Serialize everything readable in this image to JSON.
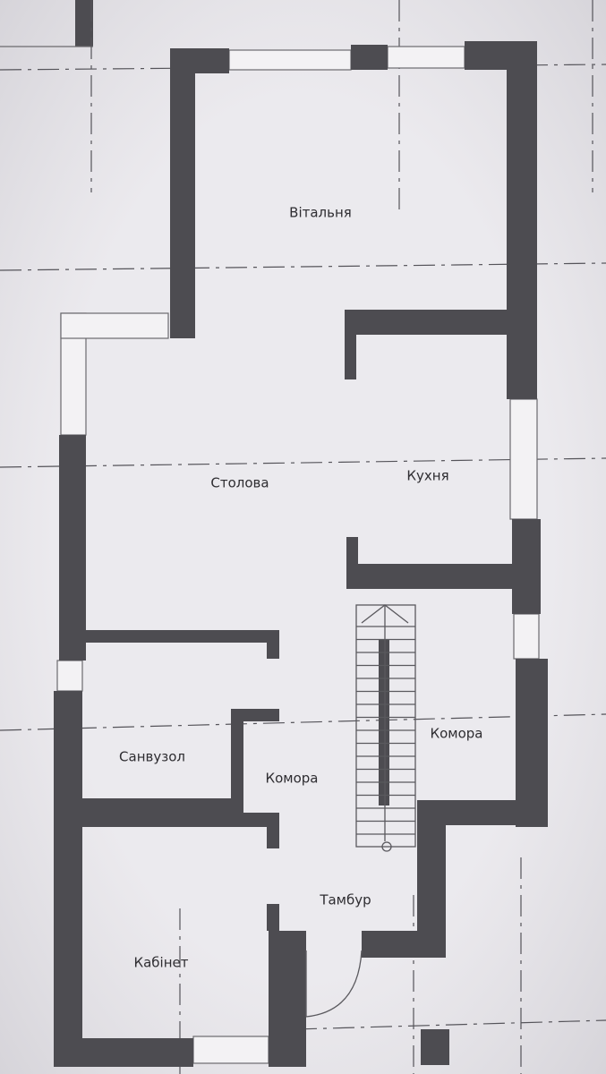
{
  "rooms": {
    "living_room": "Вітальня",
    "dining_room": "Столова",
    "kitchen": "Кухня",
    "pantry_right": "Комора",
    "bathroom": "Санвузол",
    "pantry_center": "Комора",
    "vestibule": "Тамбур",
    "study": "Кабінет"
  },
  "colors": {
    "paper": "#e7e5ea",
    "wall": "#4d4c51",
    "line": "#55545a",
    "text": "#2e2d31"
  }
}
